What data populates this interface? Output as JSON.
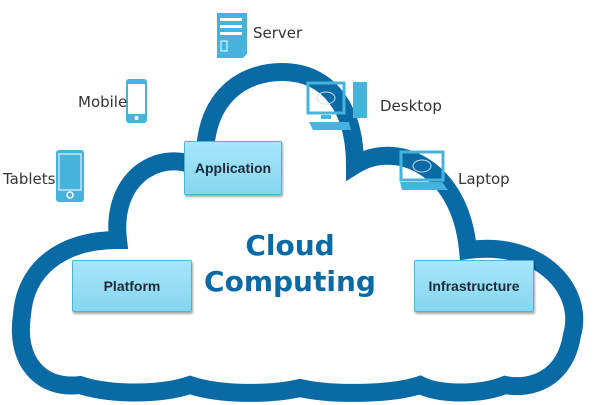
{
  "title": {
    "line1": "Cloud",
    "line2": "Computing"
  },
  "boxes": {
    "application": "Application",
    "platform": "Platform",
    "infrastructure": "Infrastructure"
  },
  "devices": {
    "server": "Server",
    "mobile": "Mobile",
    "tablets": "Tablets",
    "desktop": "Desktop",
    "laptop": "Laptop"
  },
  "colors": {
    "cloud": "#0a6aa5",
    "icon": "#45b3dc",
    "box": "#94ddf4"
  }
}
